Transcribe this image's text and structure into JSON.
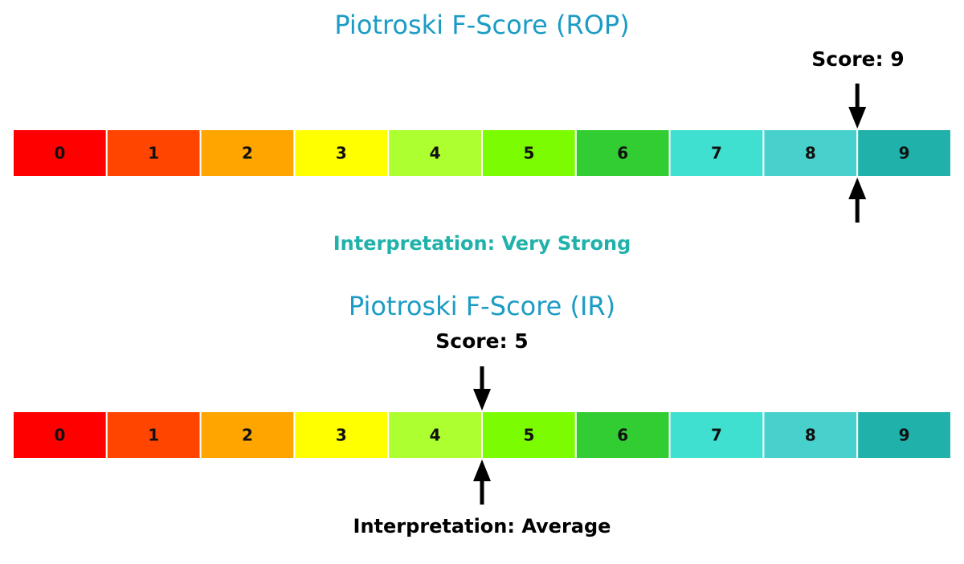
{
  "chart_data": [
    {
      "type": "gauge",
      "title": "Piotroski F-Score (ROP)",
      "categories": [
        "0",
        "1",
        "2",
        "3",
        "4",
        "5",
        "6",
        "7",
        "8",
        "9"
      ],
      "colors": [
        "#ff0000",
        "#ff4500",
        "#ffa500",
        "#ffff00",
        "#adff2f",
        "#7cfc00",
        "#32cd32",
        "#40e0d0",
        "#48d1cc",
        "#20b2aa"
      ],
      "score": 9,
      "score_label": "Score: 9",
      "interpretation": "Interpretation: Very Strong",
      "interpretation_color": "#20b2aa"
    },
    {
      "type": "gauge",
      "title": "Piotroski F-Score (IR)",
      "categories": [
        "0",
        "1",
        "2",
        "3",
        "4",
        "5",
        "6",
        "7",
        "8",
        "9"
      ],
      "colors": [
        "#ff0000",
        "#ff4500",
        "#ffa500",
        "#ffff00",
        "#adff2f",
        "#7cfc00",
        "#32cd32",
        "#40e0d0",
        "#48d1cc",
        "#20b2aa"
      ],
      "score": 5,
      "score_label": "Score: 5",
      "interpretation": "Interpretation: Average",
      "interpretation_color": "#000000"
    }
  ]
}
